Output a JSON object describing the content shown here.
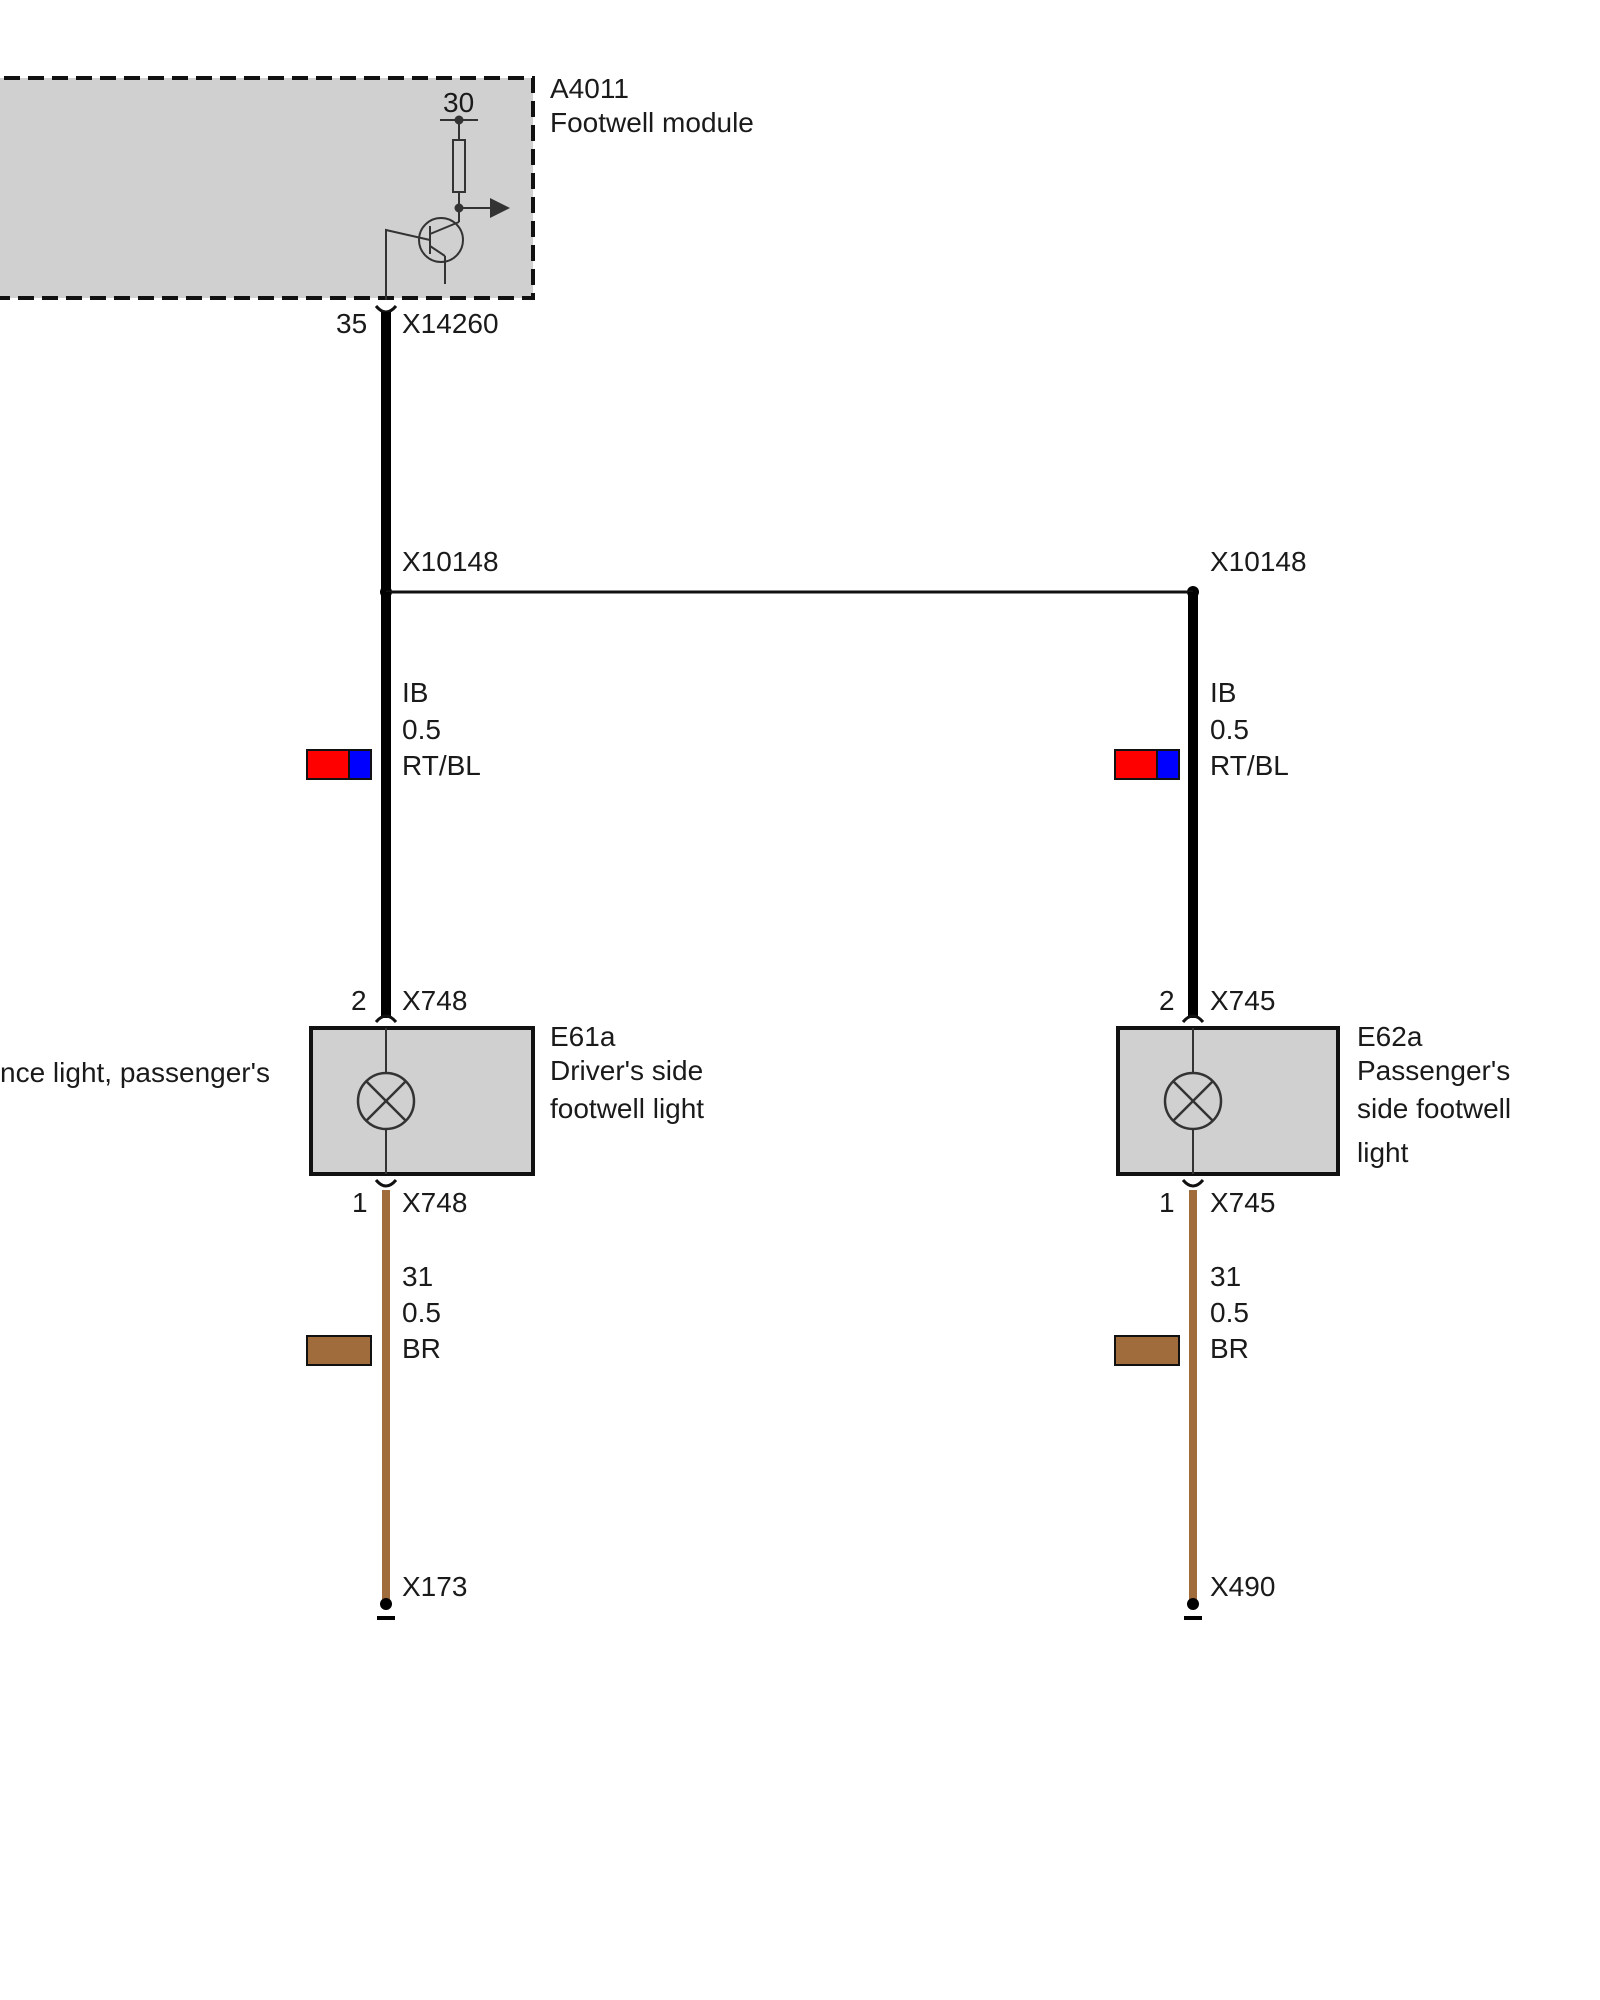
{
  "module": {
    "id": "A4011",
    "name": "Footwell module",
    "terminal": "30",
    "pin": "35",
    "connector": "X14260"
  },
  "splices": {
    "left": "X10148",
    "right": "X10148"
  },
  "left_branch": {
    "wire_upper": {
      "code": "IB",
      "gauge": "0.5",
      "color_code": "RT/BL",
      "colors": [
        "#ff0000",
        "#0000ff"
      ]
    },
    "top_pin": "2",
    "top_connector": "X748",
    "component_id": "E61a",
    "component_name_line1": "Driver's side",
    "component_name_line2": "footwell light",
    "bottom_pin": "1",
    "bottom_connector": "X748",
    "wire_lower": {
      "code": "31",
      "gauge": "0.5",
      "color_code": "BR",
      "colors": [
        "#a06c3c"
      ]
    },
    "ground": "X173"
  },
  "right_branch": {
    "wire_upper": {
      "code": "IB",
      "gauge": "0.5",
      "color_code": "RT/BL",
      "colors": [
        "#ff0000",
        "#0000ff"
      ]
    },
    "top_pin": "2",
    "top_connector": "X745",
    "component_id": "E62a",
    "component_name_line1": "Passenger's",
    "component_name_line2": "side footwell",
    "component_name_line3": "light",
    "bottom_pin": "1",
    "bottom_connector": "X745",
    "wire_lower": {
      "code": "31",
      "gauge": "0.5",
      "color_code": "BR",
      "colors": [
        "#a06c3c"
      ]
    },
    "ground": "X490"
  },
  "offpage_label": "nce light, passenger's"
}
